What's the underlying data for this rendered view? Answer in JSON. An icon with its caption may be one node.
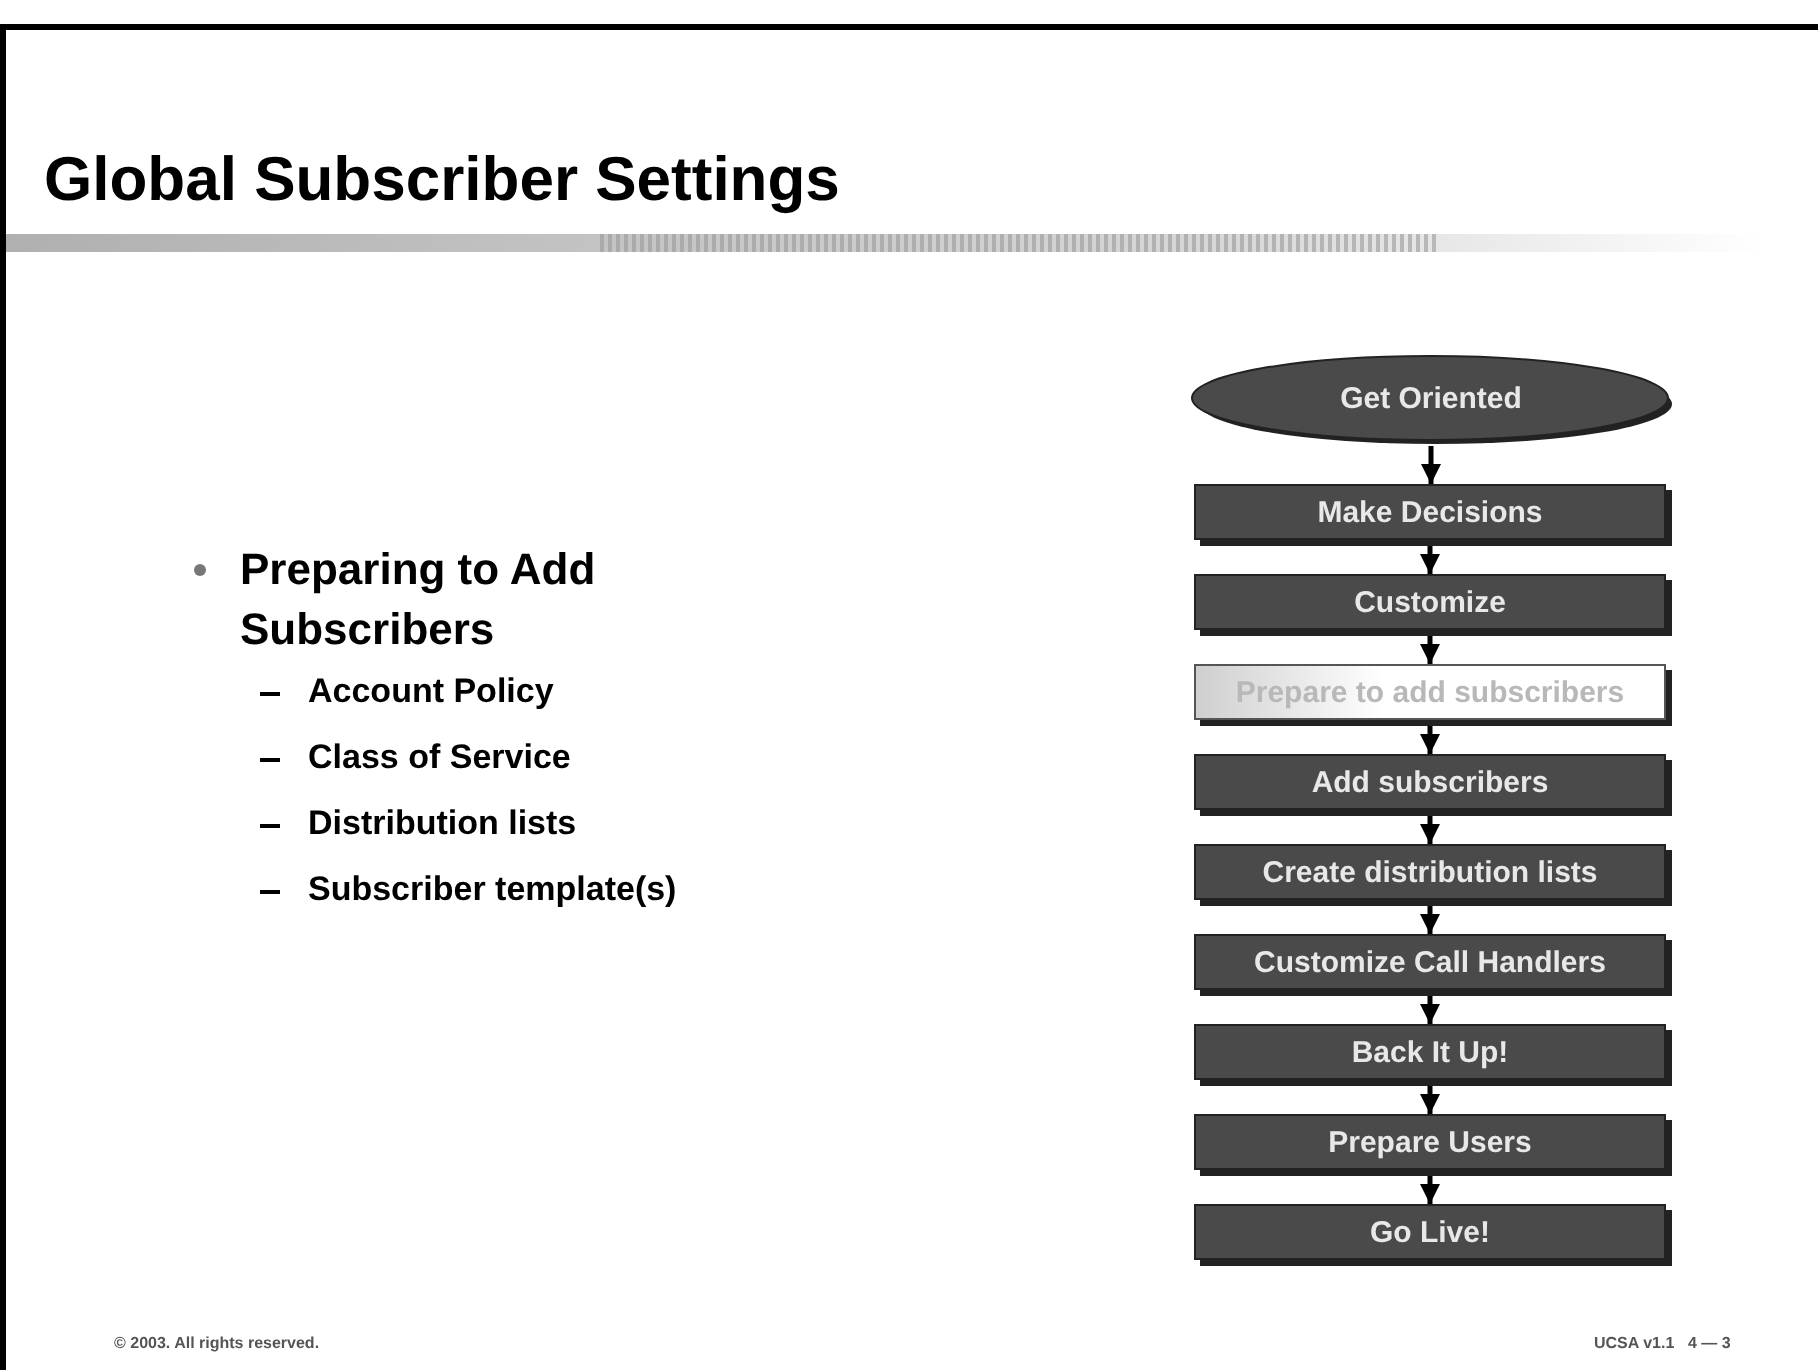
{
  "diagram": {
    "title": "Global Subscriber Settings",
    "nodes": [
      {
        "text": [
          "Get Oriented"
        ]
      },
      {
        "text": [
          "Make Decisions"
        ]
      },
      {
        "text": [
          "Customize"
        ]
      },
      {
        "text": [
          "Prepare to add subscribers"
        ]
      },
      {
        "text": [
          "Add subscribers"
        ]
      },
      {
        "text": [
          "Create distribution lists"
        ]
      },
      {
        "text": [
          "Customize Call Handlers"
        ]
      },
      {
        "text": [
          "Back It Up!"
        ]
      },
      {
        "text": [
          "Prepare Users"
        ]
      },
      {
        "text": [
          "Go Live!"
        ]
      }
    ],
    "edges": [
      {
        "from": 0,
        "to": 1,
        "arrow": "to"
      },
      {
        "from": 1,
        "to": 2,
        "arrow": "to"
      },
      {
        "from": 2,
        "to": 3,
        "arrow": "to"
      },
      {
        "from": 3,
        "to": 4,
        "arrow": "to"
      },
      {
        "from": 4,
        "to": 5,
        "arrow": "to"
      },
      {
        "from": 5,
        "to": 6,
        "arrow": "to"
      },
      {
        "from": 6,
        "to": 7,
        "arrow": "to"
      },
      {
        "from": 7,
        "to": 8,
        "arrow": "to"
      },
      {
        "from": 8,
        "to": 9,
        "arrow": "to"
      }
    ],
    "labels": [
      "Preparing to Add Subscribers",
      "Account Policy",
      "Class of Service",
      "Distribution lists",
      "Subscriber template(s)",
      "© 2003. All rights reserved.",
      "UCSA v1.1",
      "4 — 3"
    ]
  }
}
